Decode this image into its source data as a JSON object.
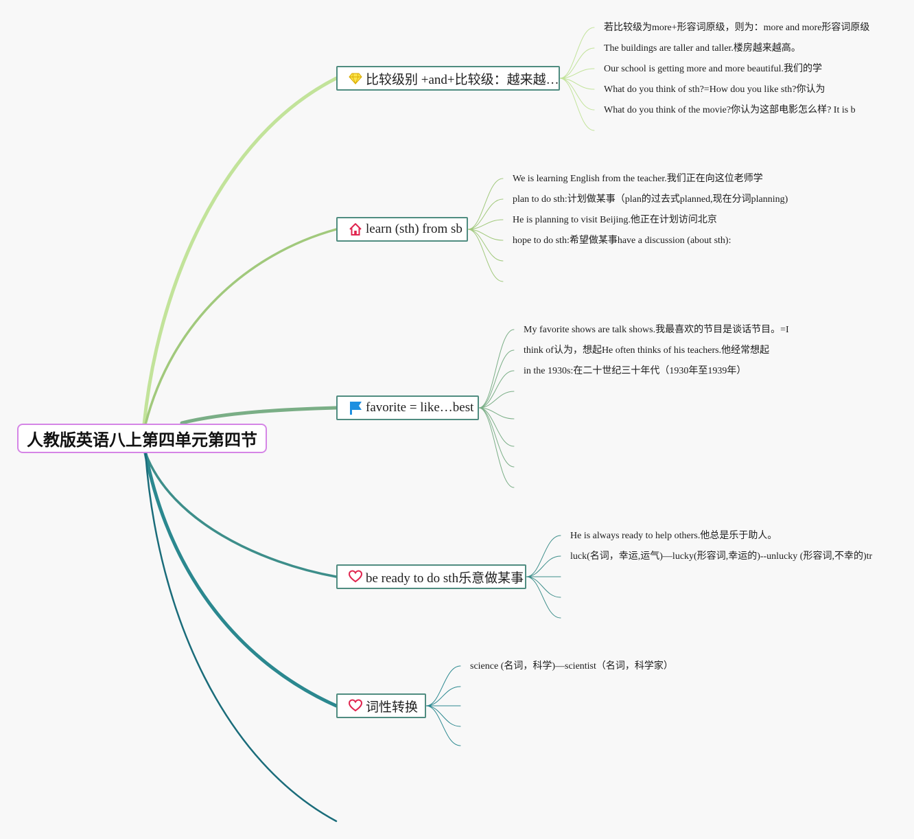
{
  "root": {
    "label": "人教版英语八上第四单元第四节"
  },
  "colors": {
    "root_border": "#d585e6",
    "branch_border": "#4f8c80",
    "links": [
      "#c2e39a",
      "#a1c97c",
      "#7aae86",
      "#3d8e8a",
      "#2b888f",
      "#1a6c7a"
    ]
  },
  "branches": [
    {
      "label": "比较级别 +and+比较级：越来越…",
      "icon": "diamond-icon",
      "leaves": [
        "若比较级为more+形容词原级，则为：more and more形容词原级",
        "The buildings are taller and taller.楼房越来越高。",
        "Our school is getting more and more beautiful.我们的学",
        "What do you think of sth?=How dou you like sth?你认为",
        "What do you think of the movie?你认为这部电影怎么样?   It is b"
      ]
    },
    {
      "label": "learn (sth) from sb",
      "icon": "home-icon",
      "leaves": [
        "We is learning English from the teacher.我们正在向这位老师学",
        "plan to do sth:计划做某事（plan的过去式planned,现在分词planning)",
        "He is planning to visit Beijing.他正在计划访问北京",
        "hope to do sth:希望做某事have a discussion (about sth):"
      ]
    },
    {
      "label": "favorite = like…best",
      "icon": "flag-icon",
      "leaves": [
        "My favorite shows are talk shows.我最喜欢的节目是谈话节目。=I",
        "think of认为，想起He often thinks of his teachers.他经常想起",
        "in the 1930s:在二十世纪三十年代（1930年至1939年）"
      ]
    },
    {
      "label": "be ready to do sth乐意做某事",
      "icon": "heart-icon",
      "leaves": [
        "He is always ready to help others.他总是乐于助人。",
        "luck(名词，幸运,运气)—lucky(形容词,幸运的)--unlucky (形容词,不幸的)tr"
      ]
    },
    {
      "label": "词性转换",
      "icon": "heart-icon",
      "leaves": [
        "science (名词，科学)—scientist（名词，科学家）"
      ]
    }
  ]
}
